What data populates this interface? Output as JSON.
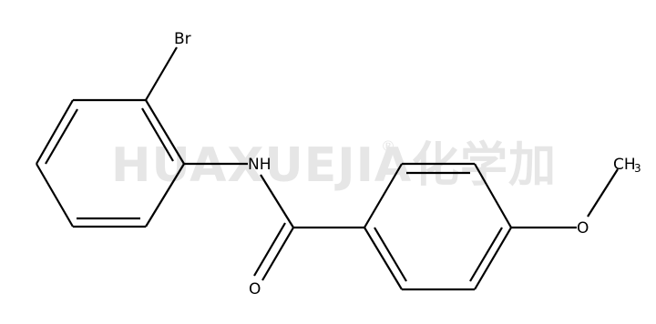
{
  "watermark": {
    "text": "HUAXUEJIA",
    "registered": "®",
    "cjk": "化学加"
  },
  "atoms": {
    "br": "Br",
    "nh": "NH",
    "o_carbonyl": "O",
    "o_ether": "O",
    "ch3_main": "CH",
    "ch3_sub": "3"
  },
  "colors": {
    "bond": "#000000",
    "watermark": "#e6e6e6"
  }
}
